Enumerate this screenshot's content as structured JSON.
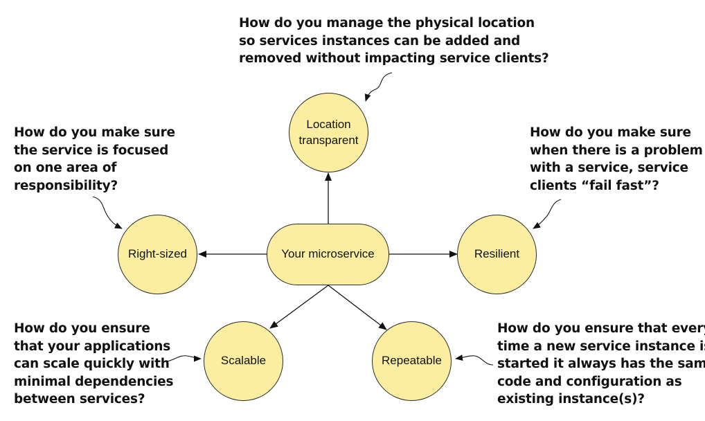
{
  "center": {
    "label": "Your microservice"
  },
  "nodes": {
    "location": {
      "label_line1": "Location",
      "label_line2": "transparent"
    },
    "right_sized": {
      "label": "Right-sized"
    },
    "resilient": {
      "label": "Resilient"
    },
    "scalable": {
      "label": "Scalable"
    },
    "repeatable": {
      "label": "Repeatable"
    }
  },
  "questions": {
    "location": [
      "How do you manage the physical location",
      "so services instances can be added and",
      "removed without impacting service clients?"
    ],
    "right_sized": [
      "How do you make sure",
      "the service is focused",
      "on one area of",
      "responsibility?"
    ],
    "resilient": [
      "How do you make sure",
      "when there is a problem",
      "with a service, service",
      "clients “fail fast”?"
    ],
    "scalable": [
      "How do you ensure",
      "that your applications",
      "can scale quickly with",
      "minimal dependencies",
      "between services?"
    ],
    "repeatable": [
      "How do you ensure that every",
      "time a new service instance is",
      "started it always has the same",
      "code and configuration as",
      "existing instance(s)?"
    ]
  },
  "colors": {
    "node_fill": "#fbeea0",
    "stroke": "#2b2b2b",
    "text": "#111111"
  }
}
